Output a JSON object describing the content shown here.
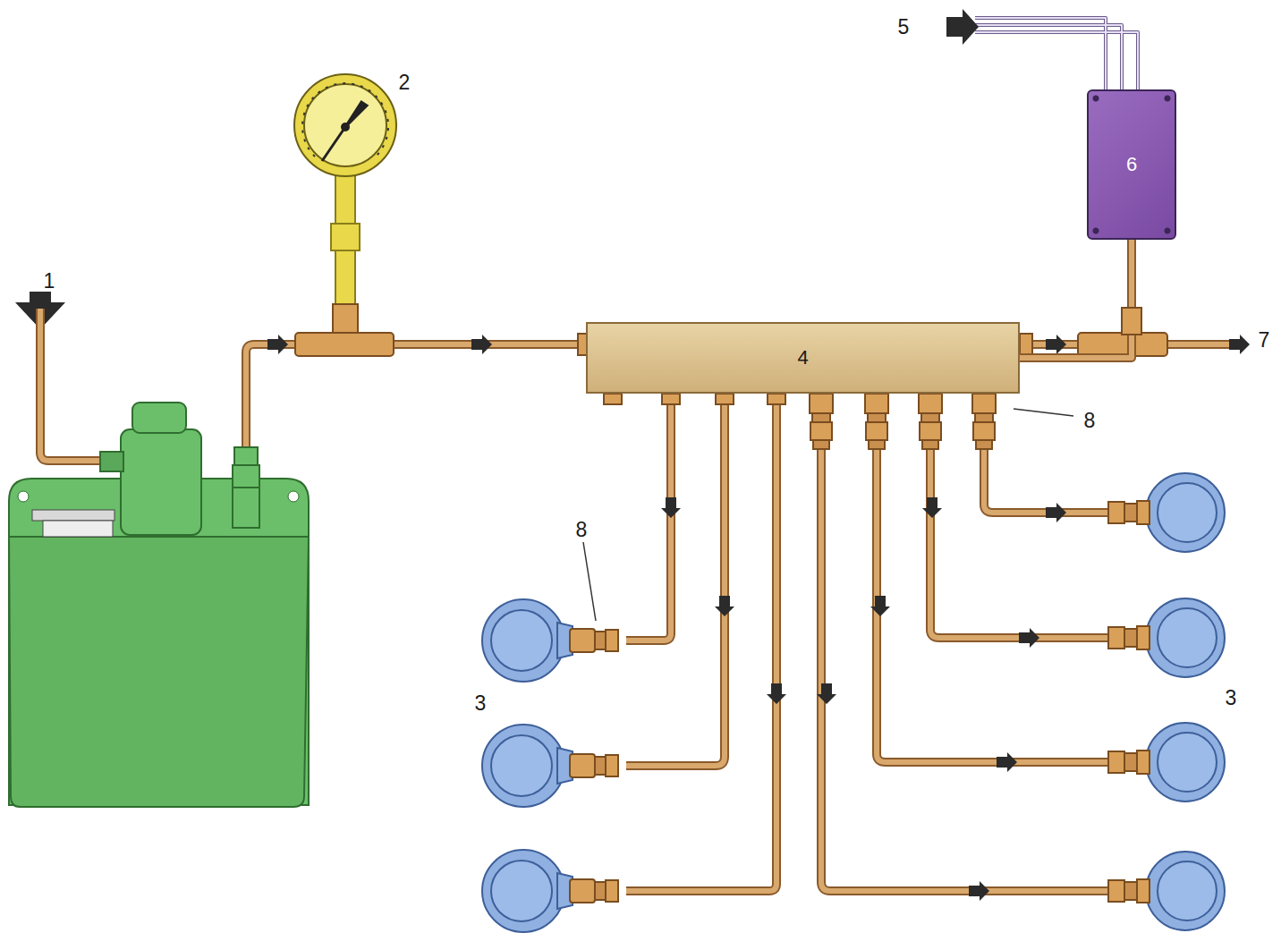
{
  "diagram": {
    "nodes": [
      {
        "text": [
          "6"
        ]
      },
      {
        "text": [
          "4"
        ]
      }
    ],
    "edges": [
      {
        "from": 1,
        "to": 0,
        "arrow": "none"
      }
    ],
    "labels": [
      "5",
      "2",
      "1",
      "7",
      "8",
      "8",
      "3",
      "3"
    ]
  }
}
